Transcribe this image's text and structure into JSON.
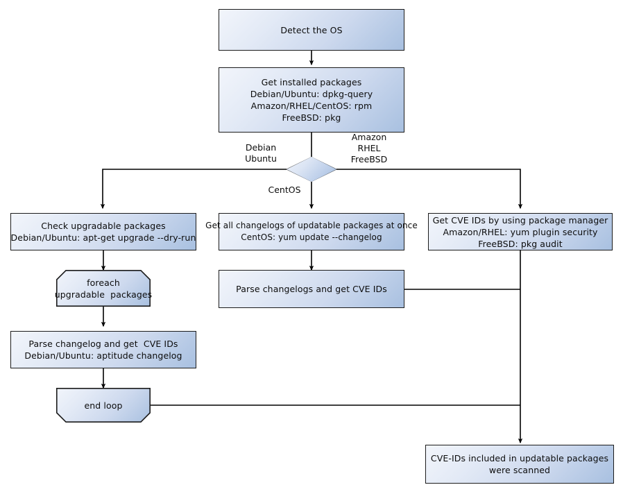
{
  "diagram": {
    "title": "Vuls OS package CVE scan flow",
    "background_color": "#ffffff",
    "node_fill_from": "#f2f5fb",
    "node_fill_to": "#a8c0e0",
    "node_border_color": "#1b1b1b",
    "edge_color": "#000000"
  },
  "nodes": {
    "detect_os": {
      "label": "Detect the OS",
      "shape": "process"
    },
    "get_installed": {
      "label": "Get installed packages\nDebian/Ubuntu: dpkg-query\nAmazon/RHEL/CentOS: rpm\nFreeBSD: pkg",
      "shape": "process"
    },
    "os_decision": {
      "label": "",
      "shape": "decision"
    },
    "check_upgradable": {
      "label": "Check upgradable packages\nDebian/Ubuntu: apt-get upgrade --dry-run",
      "shape": "process"
    },
    "get_all_changelogs": {
      "label": "Get all changelogs of updatable packages at once\nCentOS: yum update --changelog",
      "shape": "process"
    },
    "get_cve_pkgmgr": {
      "label": "Get CVE IDs by using package manager\nAmazon/RHEL: yum plugin security\nFreeBSD: pkg audit",
      "shape": "process"
    },
    "foreach_loop": {
      "label": "foreach\nupgradable  packages",
      "shape": "loop-start"
    },
    "parse_changelog_single": {
      "label": "Parse changelog and get  CVE IDs\nDebian/Ubuntu: aptitude changelog",
      "shape": "process"
    },
    "end_loop": {
      "label": "end loop",
      "shape": "loop-end"
    },
    "parse_changelogs_bulk": {
      "label": "Parse changelogs and get CVE IDs",
      "shape": "process"
    },
    "scanned_result": {
      "label": "CVE-IDs included in updatable packages\nwere scanned",
      "shape": "process"
    }
  },
  "edge_labels": {
    "debian_ubuntu": "Debian\nUbuntu",
    "amazon_rhel_freebsd": "Amazon\nRHEL\nFreeBSD",
    "centos": "CentOS"
  }
}
